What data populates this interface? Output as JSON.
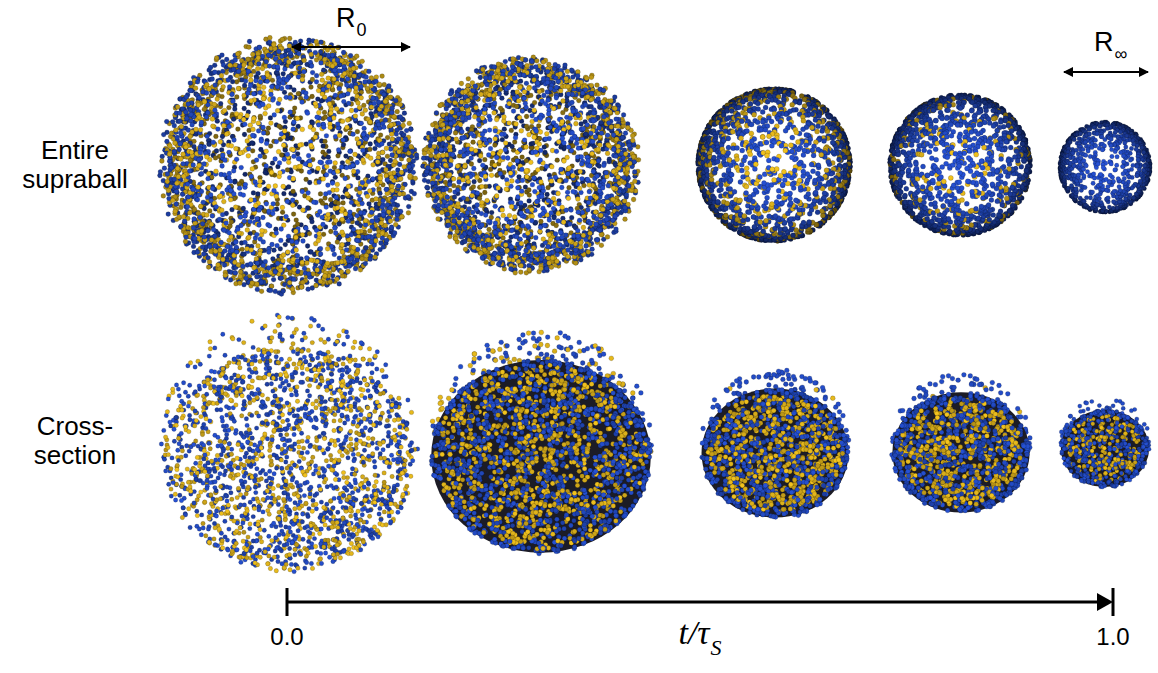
{
  "diagram": {
    "labels": [
      "R",
      "0",
      "R",
      "∞",
      "Entire supraball",
      "Cross-section",
      "0.0",
      "t/τ",
      "S",
      "1.0"
    ]
  }
}
